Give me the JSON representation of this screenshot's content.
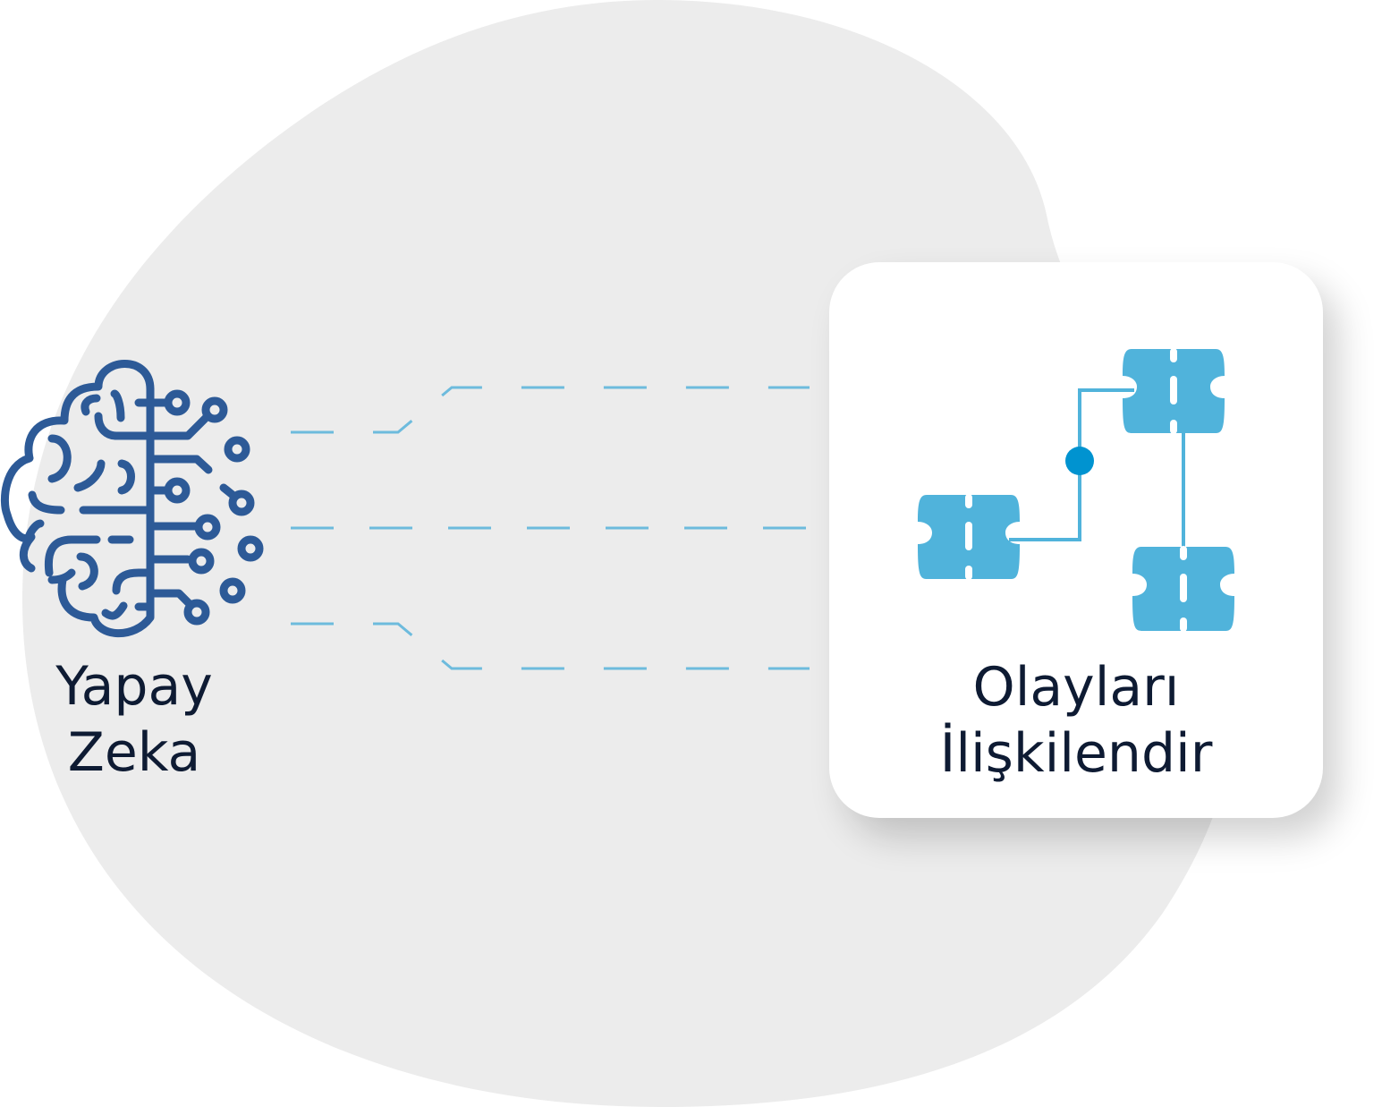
{
  "left_node": {
    "title_line1": "Yapay",
    "title_line2": "Zeka",
    "icon": "brain-circuit-icon"
  },
  "right_node": {
    "title_line1": "Olayları",
    "title_line2": "İlişkilendir",
    "icon": "puzzle-network-icon"
  },
  "colors": {
    "blob": "#ececec",
    "brain": "#2d5a97",
    "puzzle": "#50b3db",
    "dot": "#0093d0",
    "text": "#0e1b33",
    "dash": "#5fb6dc"
  }
}
